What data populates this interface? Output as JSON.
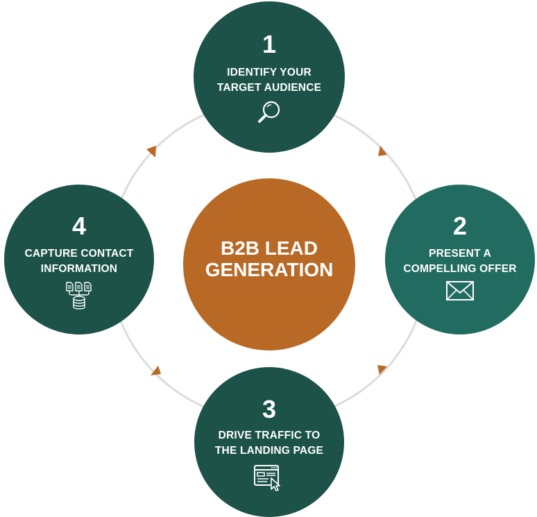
{
  "center": {
    "line1": "B2B LEAD",
    "line2": "GENERATION"
  },
  "steps": [
    {
      "number": "1",
      "line1": "IDENTIFY YOUR",
      "line2": "TARGET AUDIENCE",
      "icon": "magnifier-icon"
    },
    {
      "number": "2",
      "line1": "PRESENT A",
      "line2": "COMPELLING OFFER",
      "icon": "envelope-icon"
    },
    {
      "number": "3",
      "line1": "DRIVE TRAFFIC TO",
      "line2": "THE LANDING PAGE",
      "icon": "browser-cursor-icon"
    },
    {
      "number": "4",
      "line1": "CAPTURE CONTACT",
      "line2": "INFORMATION",
      "icon": "documents-database-icon"
    }
  ],
  "colors": {
    "step_dark": "#1c5248",
    "step_teal": "#226b60",
    "center": "#b86926",
    "arrow": "#b86926",
    "ring": "#dcdcdc"
  }
}
